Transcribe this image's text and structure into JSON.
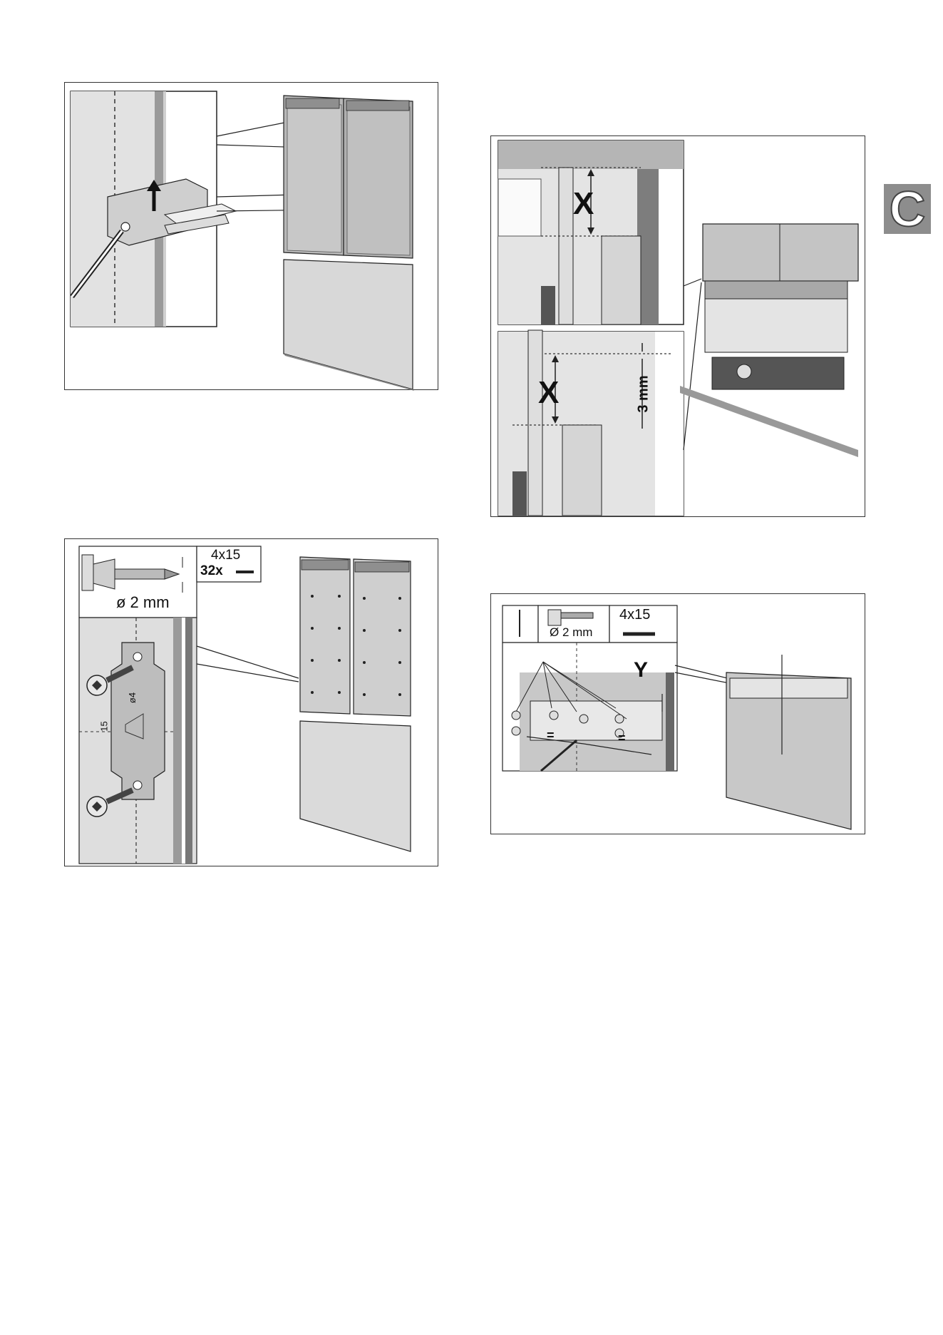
{
  "section_tab": {
    "letter": "C"
  },
  "figures": {
    "top_left": {},
    "bottom_left": {
      "screw_size": "4x15",
      "screw_count": "32x",
      "drill_diameter": "ø 2 mm",
      "bracket_marking_a": "15",
      "bracket_marking_b": "ø4"
    },
    "top_right": {
      "label_x_upper": "X",
      "label_x_lower": "X",
      "gap_label": "3 mm"
    },
    "bottom_right": {
      "drill_diameter": "Ø 2 mm",
      "screw_size": "4x15",
      "label_y": "Y",
      "equal_marks_left": "=",
      "equal_marks_right": "="
    }
  }
}
